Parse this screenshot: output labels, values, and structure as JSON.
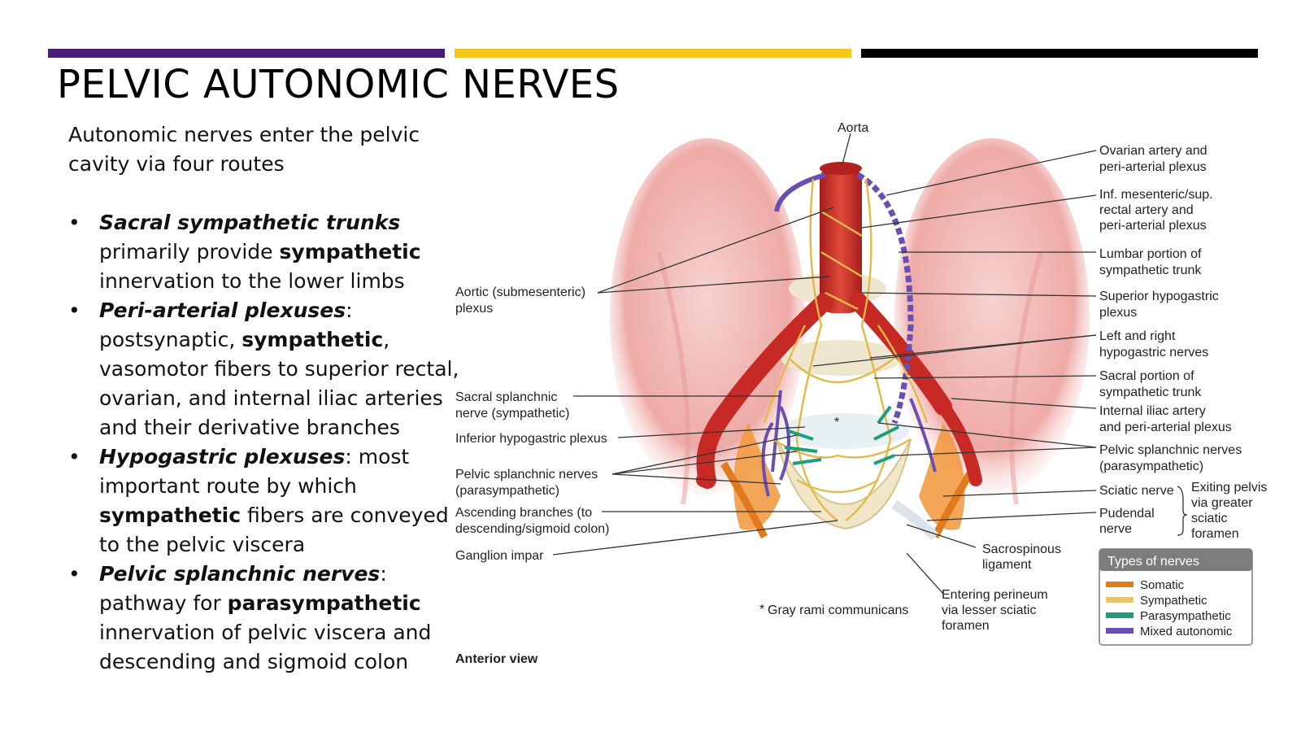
{
  "colors": {
    "bar1": "#4b1d7a",
    "bar2": "#f5c518",
    "bar3": "#000000",
    "somatic": "#e07a1f",
    "sympathetic": "#e9c46a",
    "parasympathetic": "#1f9e7a",
    "mixed": "#6a4fb3",
    "artery": "#cc2a2a",
    "muscle": "#e9a0a0"
  },
  "title": "PELVIC AUTONOMIC NERVES",
  "intro": "Autonomic nerves enter the pelvic cavity via four routes",
  "bullets": [
    {
      "term": "Sacral sympathetic trunks",
      "p1": " primarily provide ",
      "kw1": "sympathetic",
      "p2": " innervation to the lower limbs",
      "kw2": "",
      "p3": ""
    },
    {
      "term": "Peri-arterial plexuses",
      "p1": ": postsynaptic, ",
      "kw1": "sympathetic",
      "p2": ", vasomotor fibers to superior rectal, ovarian, and internal iliac arteries and their derivative branches",
      "kw2": "",
      "p3": ""
    },
    {
      "term": "Hypogastric plexuses",
      "p1": ": most important route by which ",
      "kw1": "sympathetic",
      "p2": " fibers are conveyed to the pelvic viscera",
      "kw2": "",
      "p3": ""
    },
    {
      "term": "Pelvic splanchnic nerves",
      "p1": ": pathway for ",
      "kw1": "parasympathetic",
      "p2": " innervation of pelvic viscera and descending and sigmoid colon",
      "kw2": "",
      "p3": ""
    }
  ],
  "bullet_glyph": "•",
  "figure": {
    "aorta": "Aorta",
    "left_labels": {
      "aortic": [
        "Aortic (submesenteric)",
        "plexus"
      ],
      "sacral_splanchnic": [
        "Sacral splanchnic",
        "nerve (sympathetic)"
      ],
      "inferior_hypogastric": "Inferior hypogastric plexus",
      "pelvic_splanchnic": [
        "Pelvic splanchnic nerves",
        "(parasympathetic)"
      ],
      "ascending": [
        "Ascending branches (to",
        "descending/sigmoid colon)"
      ],
      "ganglion": "Ganglion impar"
    },
    "right_labels": {
      "ovarian": [
        "Ovarian artery and",
        "peri-arterial plexus"
      ],
      "inf_mesenteric": [
        "Inf. mesenteric/sup.",
        "rectal artery and",
        "peri-arterial plexus"
      ],
      "lumbar": [
        "Lumbar portion of",
        "sympathetic trunk"
      ],
      "superior_hypogastric": [
        "Superior hypogastric",
        "plexus"
      ],
      "hypogastric_nerves": [
        "Left and right",
        "hypogastric nerves"
      ],
      "sacral_portion": [
        "Sacral portion of",
        "sympathetic trunk"
      ],
      "internal_iliac": [
        "Internal iliac artery",
        "and peri-arterial plexus"
      ],
      "pelvic_splanchnic": [
        "Pelvic splanchnic nerves",
        "(parasympathetic)"
      ],
      "sciatic": "Sciatic nerve",
      "pudendal": [
        "Pudendal",
        "nerve"
      ],
      "exiting": [
        "Exiting pelvis",
        "via greater",
        "sciatic",
        "foramen"
      ],
      "sacrospinous": [
        "Sacrospinous",
        "ligament"
      ],
      "entering": [
        "Entering perineum",
        "via lesser sciatic",
        "foramen"
      ]
    },
    "gray_rami": "Gray rami communicans",
    "asterisk": "*",
    "view": "Anterior view",
    "legend": {
      "title": "Types of nerves",
      "items": [
        {
          "label": "Somatic",
          "color": "#e07a1f"
        },
        {
          "label": "Sympathetic",
          "color": "#e9c46a"
        },
        {
          "label": "Parasympathetic",
          "color": "#1f9e7a"
        },
        {
          "label": "Mixed autonomic",
          "color": "#6a4fb3"
        }
      ]
    }
  }
}
